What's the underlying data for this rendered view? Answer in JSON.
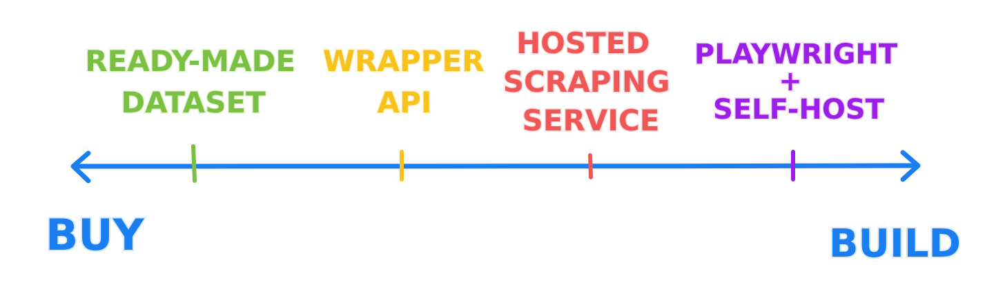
{
  "axis": {
    "left_label": "BUY",
    "right_label": "BUILD",
    "color": "#1a7ef0"
  },
  "options": [
    {
      "lines": [
        "READY-MADE",
        "DATASET"
      ],
      "color": "#7ac143",
      "shadow": "#e6f4d8"
    },
    {
      "lines": [
        "WRAPPER",
        "API"
      ],
      "color": "#f7c21b",
      "shadow": "#fdf1c8"
    },
    {
      "lines": [
        "HOSTED",
        "SCRAPING",
        "SERVICE"
      ],
      "color": "#ef5656",
      "shadow": "#fbdada"
    },
    {
      "lines": [
        "PLAYWRIGHT",
        "+",
        "SELF-HOST"
      ],
      "color": "#9b1fe8",
      "shadow": "#ecd6fb"
    }
  ]
}
